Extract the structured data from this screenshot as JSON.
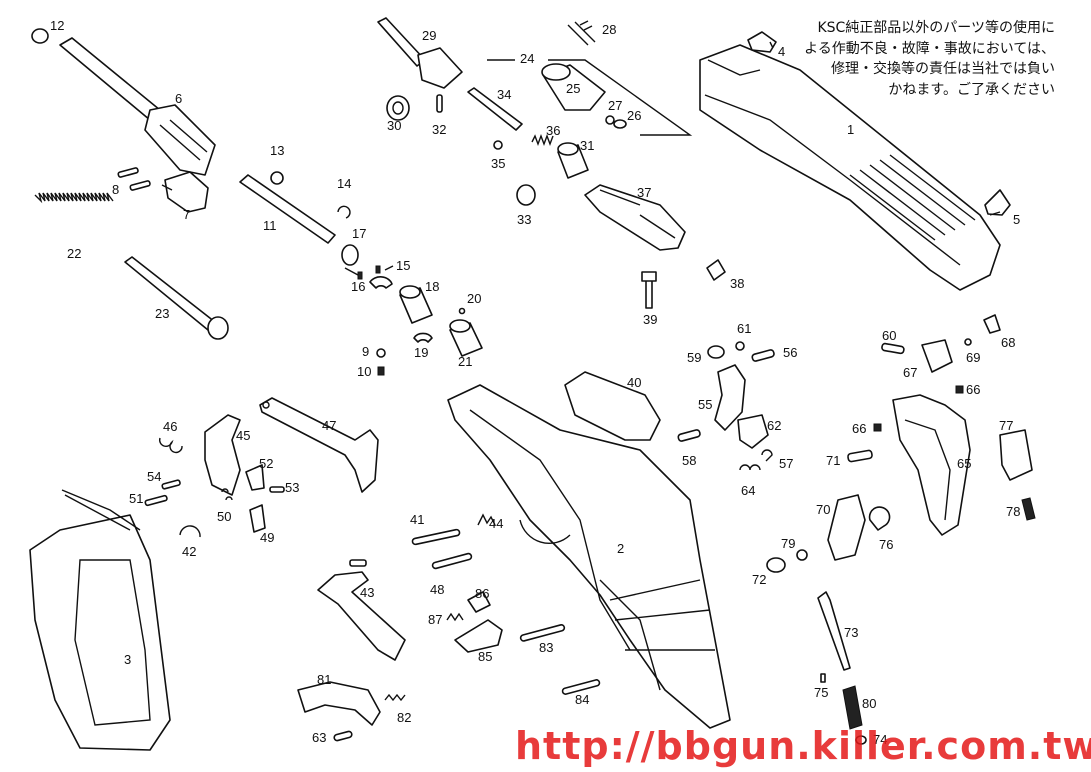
{
  "notice": {
    "lines": [
      "KSC純正部品以外のパーツ等の使用に",
      "よる作動不良・故障・事故においては、",
      "修理・交換等の責任は当社では負い",
      "かねます。ご了承ください"
    ]
  },
  "watermark": "http://bbgun.killer.com.tw",
  "parts": [
    {
      "id": "1",
      "label": "1"
    },
    {
      "id": "2",
      "label": "2"
    },
    {
      "id": "3",
      "label": "3"
    },
    {
      "id": "4",
      "label": "4"
    },
    {
      "id": "5",
      "label": "5"
    },
    {
      "id": "6",
      "label": "6"
    },
    {
      "id": "7",
      "label": "7"
    },
    {
      "id": "8",
      "label": "8"
    },
    {
      "id": "9",
      "label": "9"
    },
    {
      "id": "10",
      "label": "10"
    },
    {
      "id": "11",
      "label": "11"
    },
    {
      "id": "12",
      "label": "12"
    },
    {
      "id": "13",
      "label": "13"
    },
    {
      "id": "14",
      "label": "14"
    },
    {
      "id": "15",
      "label": "15"
    },
    {
      "id": "16",
      "label": "16"
    },
    {
      "id": "17",
      "label": "17"
    },
    {
      "id": "18",
      "label": "18"
    },
    {
      "id": "19",
      "label": "19"
    },
    {
      "id": "20",
      "label": "20"
    },
    {
      "id": "21",
      "label": "21"
    },
    {
      "id": "22",
      "label": "22"
    },
    {
      "id": "23",
      "label": "23"
    },
    {
      "id": "24",
      "label": "24"
    },
    {
      "id": "25",
      "label": "25"
    },
    {
      "id": "26",
      "label": "26"
    },
    {
      "id": "27",
      "label": "27"
    },
    {
      "id": "28",
      "label": "28"
    },
    {
      "id": "29",
      "label": "29"
    },
    {
      "id": "30",
      "label": "30"
    },
    {
      "id": "31",
      "label": "31"
    },
    {
      "id": "32",
      "label": "32"
    },
    {
      "id": "33",
      "label": "33"
    },
    {
      "id": "34",
      "label": "34"
    },
    {
      "id": "35",
      "label": "35"
    },
    {
      "id": "36",
      "label": "36"
    },
    {
      "id": "37",
      "label": "37"
    },
    {
      "id": "38",
      "label": "38"
    },
    {
      "id": "39",
      "label": "39"
    },
    {
      "id": "40",
      "label": "40"
    },
    {
      "id": "41",
      "label": "41"
    },
    {
      "id": "42",
      "label": "42"
    },
    {
      "id": "43",
      "label": "43"
    },
    {
      "id": "44",
      "label": "44"
    },
    {
      "id": "45",
      "label": "45"
    },
    {
      "id": "46",
      "label": "46"
    },
    {
      "id": "47",
      "label": "47"
    },
    {
      "id": "48",
      "label": "48"
    },
    {
      "id": "49",
      "label": "49"
    },
    {
      "id": "50",
      "label": "50"
    },
    {
      "id": "51",
      "label": "51"
    },
    {
      "id": "52",
      "label": "52"
    },
    {
      "id": "53",
      "label": "53"
    },
    {
      "id": "54",
      "label": "54"
    },
    {
      "id": "55",
      "label": "55"
    },
    {
      "id": "56",
      "label": "56"
    },
    {
      "id": "57",
      "label": "57"
    },
    {
      "id": "58",
      "label": "58"
    },
    {
      "id": "59",
      "label": "59"
    },
    {
      "id": "60",
      "label": "60"
    },
    {
      "id": "61",
      "label": "61"
    },
    {
      "id": "62",
      "label": "62"
    },
    {
      "id": "63",
      "label": "63"
    },
    {
      "id": "64",
      "label": "64"
    },
    {
      "id": "65",
      "label": "65"
    },
    {
      "id": "66a",
      "label": "66"
    },
    {
      "id": "66b",
      "label": "66"
    },
    {
      "id": "67",
      "label": "67"
    },
    {
      "id": "68",
      "label": "68"
    },
    {
      "id": "69",
      "label": "69"
    },
    {
      "id": "70",
      "label": "70"
    },
    {
      "id": "71",
      "label": "71"
    },
    {
      "id": "72",
      "label": "72"
    },
    {
      "id": "73",
      "label": "73"
    },
    {
      "id": "74",
      "label": "74"
    },
    {
      "id": "75",
      "label": "75"
    },
    {
      "id": "76",
      "label": "76"
    },
    {
      "id": "77",
      "label": "77"
    },
    {
      "id": "78",
      "label": "78"
    },
    {
      "id": "79",
      "label": "79"
    },
    {
      "id": "80",
      "label": "80"
    },
    {
      "id": "81",
      "label": "81"
    },
    {
      "id": "82",
      "label": "82"
    },
    {
      "id": "83",
      "label": "83"
    },
    {
      "id": "84",
      "label": "84"
    },
    {
      "id": "85",
      "label": "85"
    },
    {
      "id": "86",
      "label": "86"
    },
    {
      "id": "87",
      "label": "87"
    }
  ]
}
